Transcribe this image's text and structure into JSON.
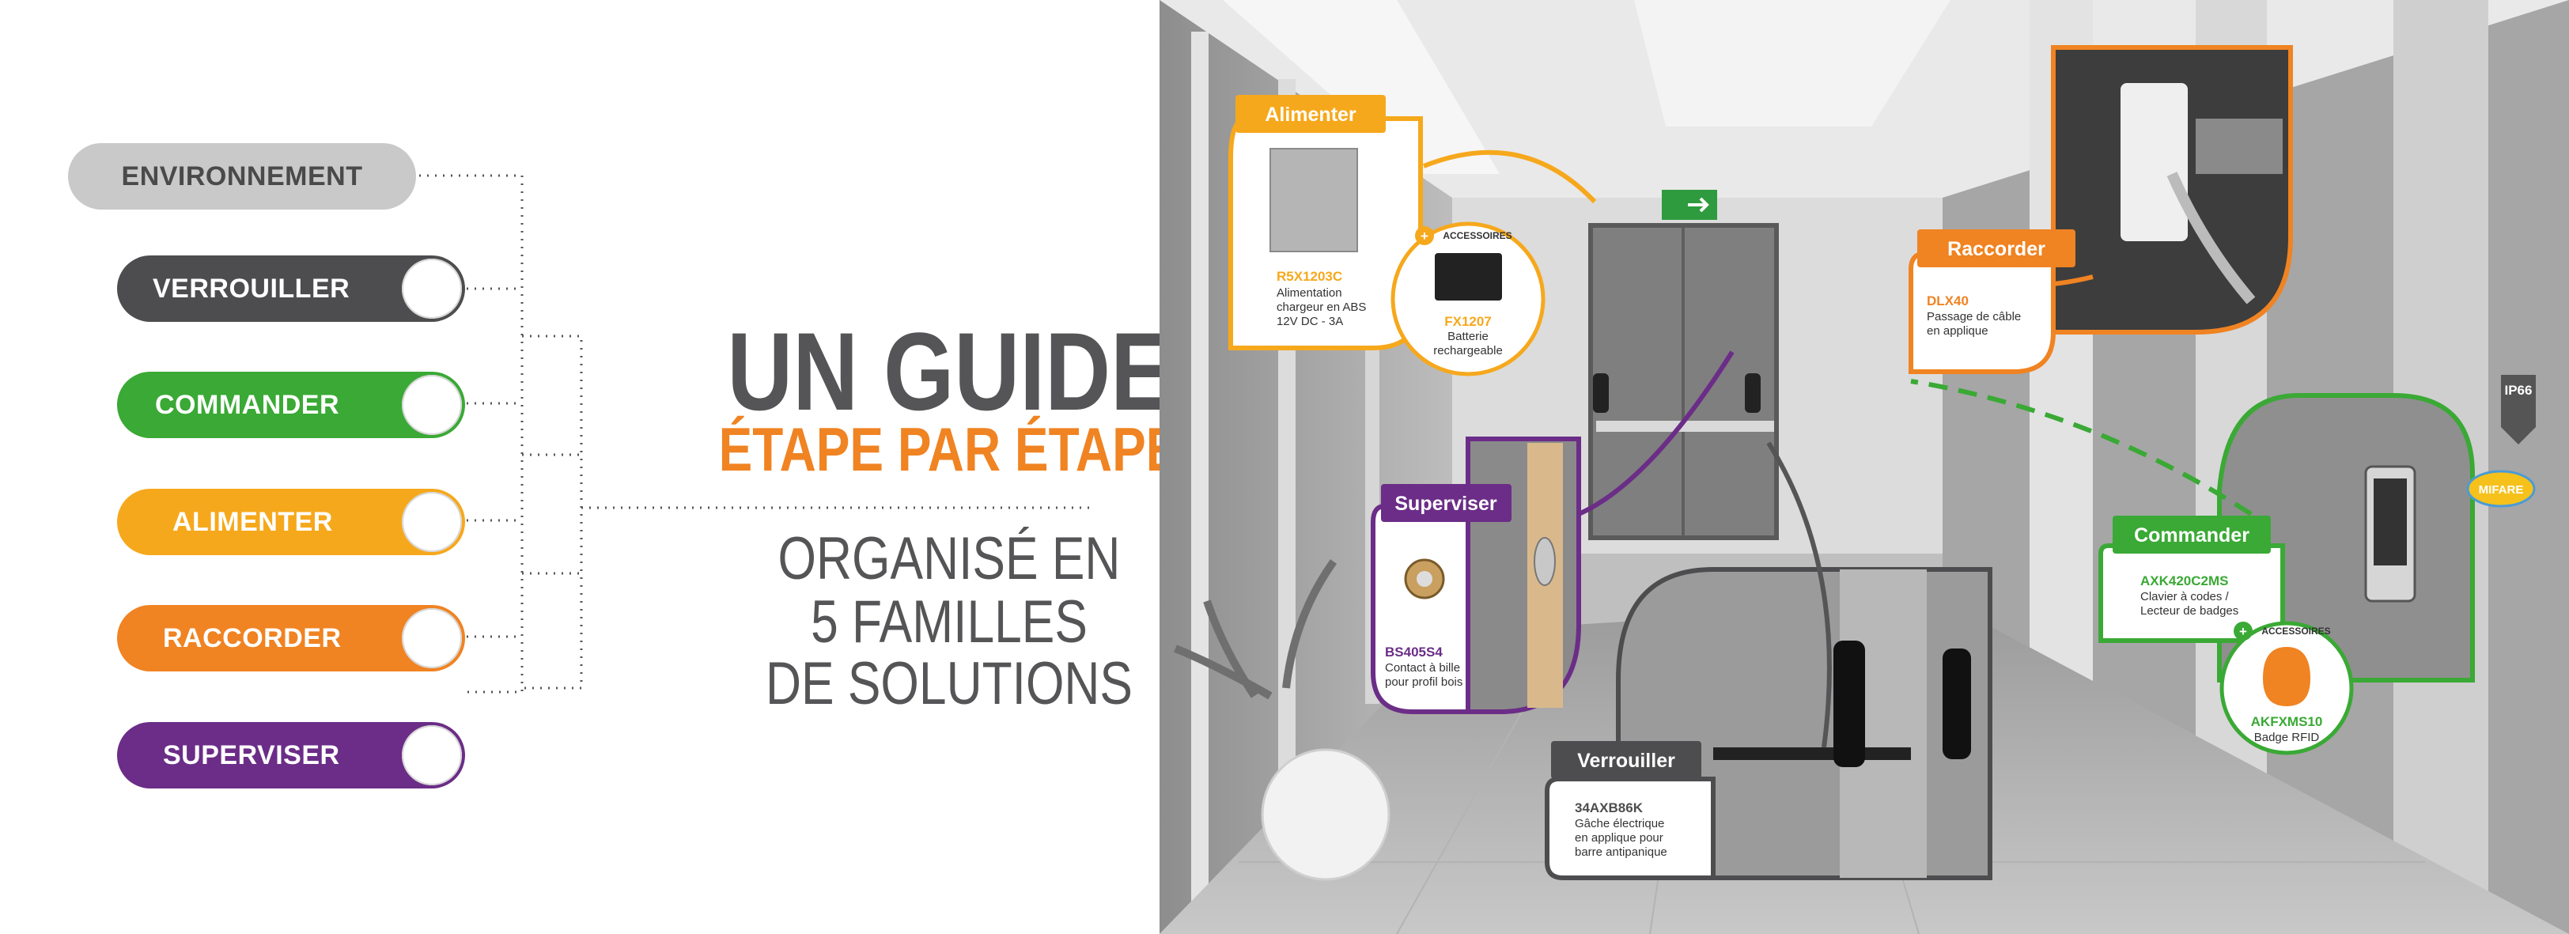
{
  "menu": [
    {
      "label": "ENVIRONNEMENT",
      "color": "#c9c9c9",
      "text_color": "#4a4a4a"
    },
    {
      "label": "VERROUILLER",
      "color": "#4d4d4f",
      "text_color": "#ffffff"
    },
    {
      "label": "COMMANDER",
      "color": "#3aa935",
      "text_color": "#ffffff"
    },
    {
      "label": "ALIMENTER",
      "color": "#f6a81c",
      "text_color": "#ffffff"
    },
    {
      "label": "RACCORDER",
      "color": "#f08322",
      "text_color": "#ffffff"
    },
    {
      "label": "SUPERVISER",
      "color": "#6b2d87",
      "text_color": "#ffffff"
    }
  ],
  "headline": {
    "line1": "UN GUIDE",
    "line2": "ÉTAPE PAR ÉTAPE",
    "line3a": "ORGANISÉ EN",
    "line3b": "5 FAMILLES",
    "line3c": "DE SOLUTIONS"
  },
  "callouts": {
    "alimenter": {
      "title": "Alimenter",
      "ref": "R5X1203C",
      "desc": [
        "Alimentation",
        "chargeur en ABS",
        "12V DC - 3A"
      ],
      "color": "#f6a81c"
    },
    "accessoire1": {
      "tag": "ACCESSOIRES",
      "ref": "FX1207",
      "desc": [
        "Batterie",
        "rechargeable"
      ]
    },
    "raccorder": {
      "title": "Raccorder",
      "ref": "DLX40",
      "desc": [
        "Passage de câble",
        "en applique"
      ],
      "color": "#f08322"
    },
    "superviser": {
      "title": "Superviser",
      "ref": "BS405S4",
      "desc": [
        "Contact à bille",
        "pour profil bois"
      ],
      "color": "#6b2d87"
    },
    "commander": {
      "title": "Commander",
      "ref": "AXK420C2MS",
      "desc": [
        "Clavier à codes /",
        "Lecteur de badges"
      ],
      "color": "#3aa935"
    },
    "accessoire2": {
      "tag": "ACCESSOIRES",
      "ref": "AKFXMS10",
      "desc": [
        "Badge RFID"
      ]
    },
    "verrouiller": {
      "title": "Verrouiller",
      "ref": "34AXB86K",
      "desc": [
        "Gâche électrique",
        "en applique pour",
        "barre antipanique"
      ],
      "color": "#4d4d4f"
    }
  },
  "badges": {
    "ip": "IP66",
    "mifare": "MIFARE"
  }
}
